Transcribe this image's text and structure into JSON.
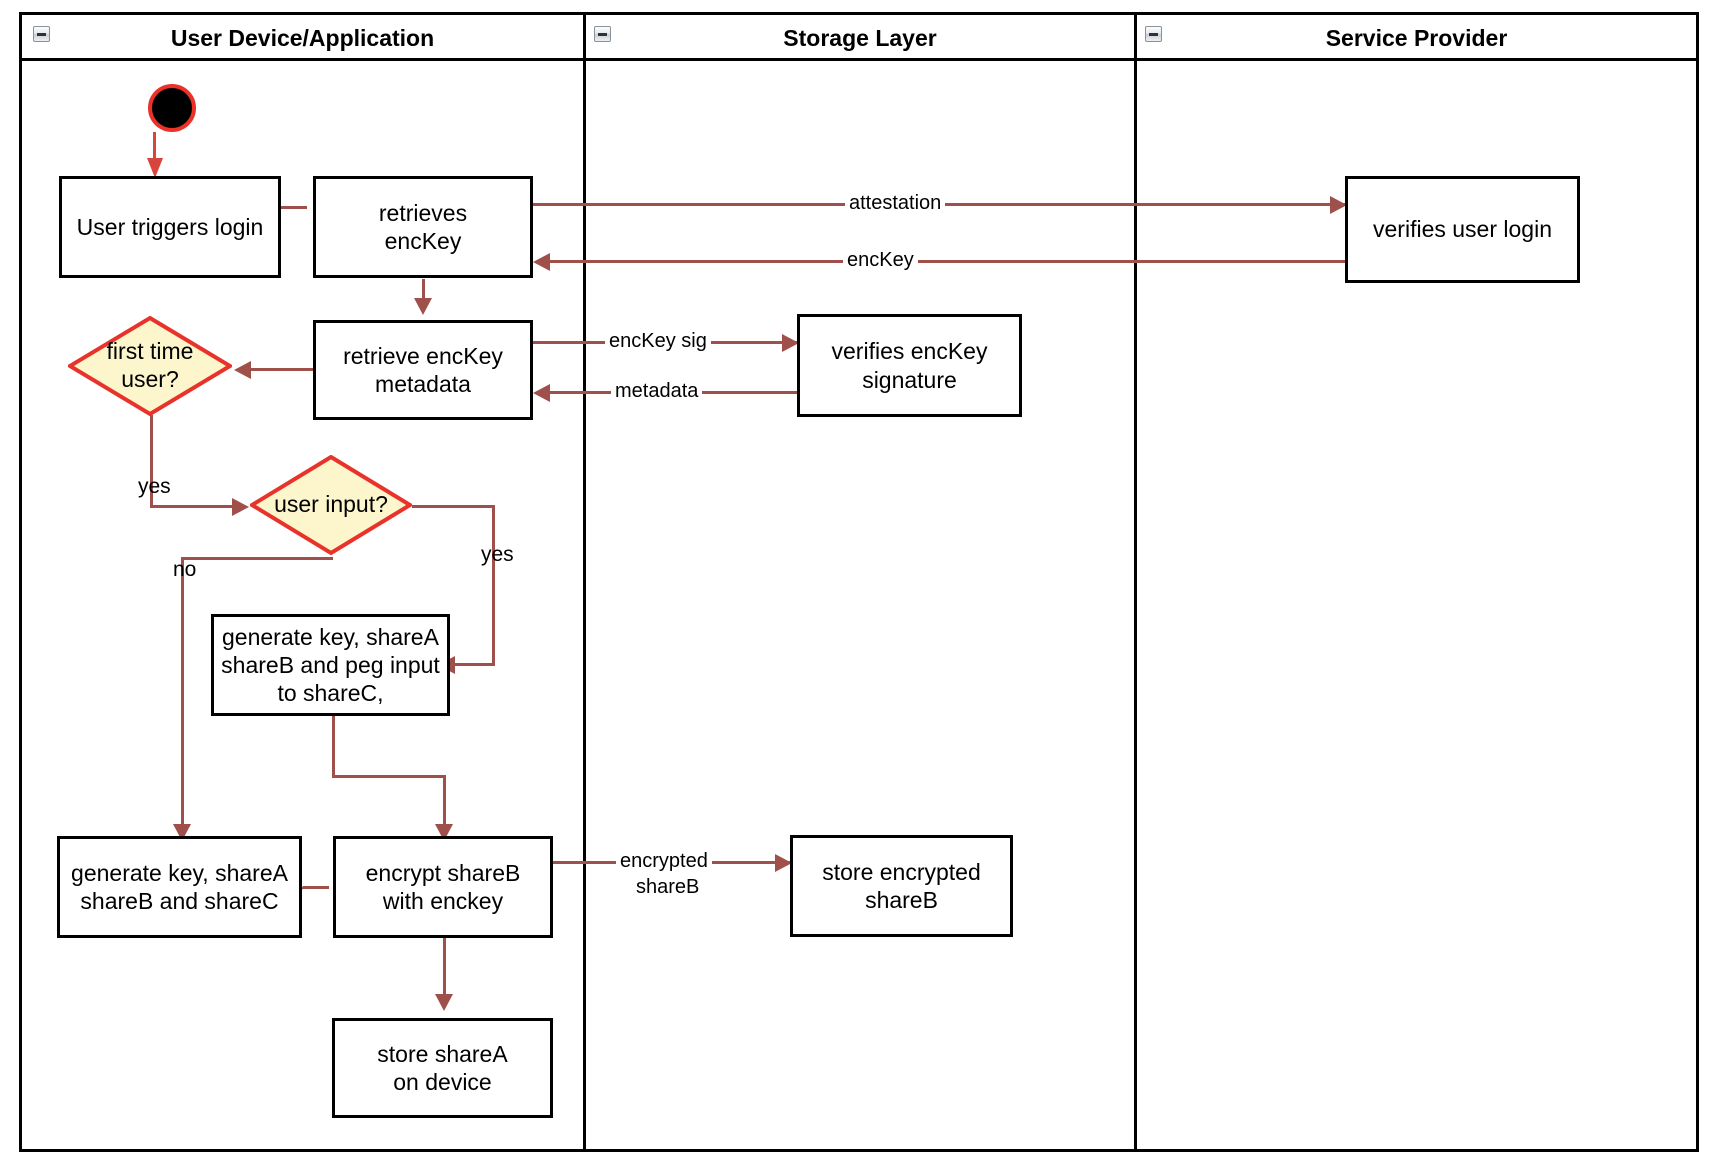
{
  "diagram": {
    "type": "uml-activity-swimlane",
    "title": "Login and key-share provisioning flow"
  },
  "lanes": [
    {
      "id": "user-device",
      "label": "User Device/Application",
      "collapse_icon": "collapse-minus-icon"
    },
    {
      "id": "storage-layer",
      "label": "Storage Layer",
      "collapse_icon": "collapse-minus-icon"
    },
    {
      "id": "service-provider",
      "label": "Service Provider",
      "collapse_icon": "collapse-minus-icon"
    }
  ],
  "nodes": [
    {
      "id": "start",
      "kind": "initial-node",
      "lane": "user-device",
      "label": ""
    },
    {
      "id": "user-triggers-login",
      "kind": "action",
      "lane": "user-device",
      "label": "User triggers login"
    },
    {
      "id": "retrieves-enckey",
      "kind": "action",
      "lane": "user-device",
      "label": "retrieves\nencKey"
    },
    {
      "id": "verifies-user-login",
      "kind": "action",
      "lane": "service-provider",
      "label": "verifies user login"
    },
    {
      "id": "retrieve-enckey-metadata",
      "kind": "action",
      "lane": "user-device",
      "label": "retrieve encKey\nmetadata"
    },
    {
      "id": "verifies-enckey-signature",
      "kind": "action",
      "lane": "storage-layer",
      "label": "verifies encKey signature"
    },
    {
      "id": "first-time-user",
      "kind": "decision",
      "lane": "user-device",
      "label": "first time\nuser?"
    },
    {
      "id": "user-input",
      "kind": "decision",
      "lane": "user-device",
      "label": "user input?"
    },
    {
      "id": "generate-peg-sharec",
      "kind": "action",
      "lane": "user-device",
      "label": "generate key, shareA\nshareB and peg input\nto shareC,"
    },
    {
      "id": "generate-abc",
      "kind": "action",
      "lane": "user-device",
      "label": "generate key, shareA\nshareB and shareC"
    },
    {
      "id": "encrypt-shareb",
      "kind": "action",
      "lane": "user-device",
      "label": "encrypt shareB\nwith enckey"
    },
    {
      "id": "store-encrypted-shareb",
      "kind": "action",
      "lane": "storage-layer",
      "label": "store encrypted\nshareB"
    },
    {
      "id": "store-sharea",
      "kind": "action",
      "lane": "user-device",
      "label": "store shareA\non device"
    }
  ],
  "edges": [
    {
      "id": "e-start",
      "from": "start",
      "to": "user-triggers-login",
      "label": ""
    },
    {
      "id": "e-login-retrieve",
      "from": "user-triggers-login",
      "to": "retrieves-enckey",
      "label": ""
    },
    {
      "id": "e-attestation",
      "from": "retrieves-enckey",
      "to": "verifies-user-login",
      "label": "attestation"
    },
    {
      "id": "e-enckey-back",
      "from": "verifies-user-login",
      "to": "retrieves-enckey",
      "label": "encKey"
    },
    {
      "id": "e-retrieve-meta",
      "from": "retrieves-enckey",
      "to": "retrieve-enckey-metadata",
      "label": ""
    },
    {
      "id": "e-enckey-sig",
      "from": "retrieve-enckey-metadata",
      "to": "verifies-enckey-signature",
      "label": "encKey sig"
    },
    {
      "id": "e-metadata-back",
      "from": "verifies-enckey-signature",
      "to": "retrieve-enckey-metadata",
      "label": "metadata"
    },
    {
      "id": "e-meta-first-time",
      "from": "retrieve-enckey-metadata",
      "to": "first-time-user",
      "label": ""
    },
    {
      "id": "e-first-yes",
      "from": "first-time-user",
      "to": "user-input",
      "label": "yes"
    },
    {
      "id": "e-input-yes",
      "from": "user-input",
      "to": "generate-peg-sharec",
      "label": "yes"
    },
    {
      "id": "e-input-no",
      "from": "user-input",
      "to": "generate-abc",
      "label": "no"
    },
    {
      "id": "e-peg-encrypt",
      "from": "generate-peg-sharec",
      "to": "encrypt-shareb",
      "label": ""
    },
    {
      "id": "e-abc-encrypt",
      "from": "generate-abc",
      "to": "encrypt-shareb",
      "label": ""
    },
    {
      "id": "e-encrypted-shareb",
      "from": "encrypt-shareb",
      "to": "store-encrypted-shareb",
      "label": "encrypted\nshareB"
    },
    {
      "id": "e-store-sharea",
      "from": "encrypt-shareb",
      "to": "store-sharea",
      "label": ""
    }
  ],
  "labels": {
    "attestation": "attestation",
    "enckey": "encKey",
    "enckey_sig": "encKey sig",
    "metadata": "metadata",
    "yes_first": "yes",
    "yes_input": "yes",
    "no_input": "no",
    "encrypted_shareb_l1": "encrypted",
    "encrypted_shareb_l2": "shareB"
  },
  "colors": {
    "edge": "#a0504a",
    "decision_fill": "#fdf6cc",
    "decision_border": "#e8322a",
    "node_border": "#000000",
    "start_fill": "#000000",
    "start_border": "#e8322a",
    "background": "#ffffff"
  }
}
